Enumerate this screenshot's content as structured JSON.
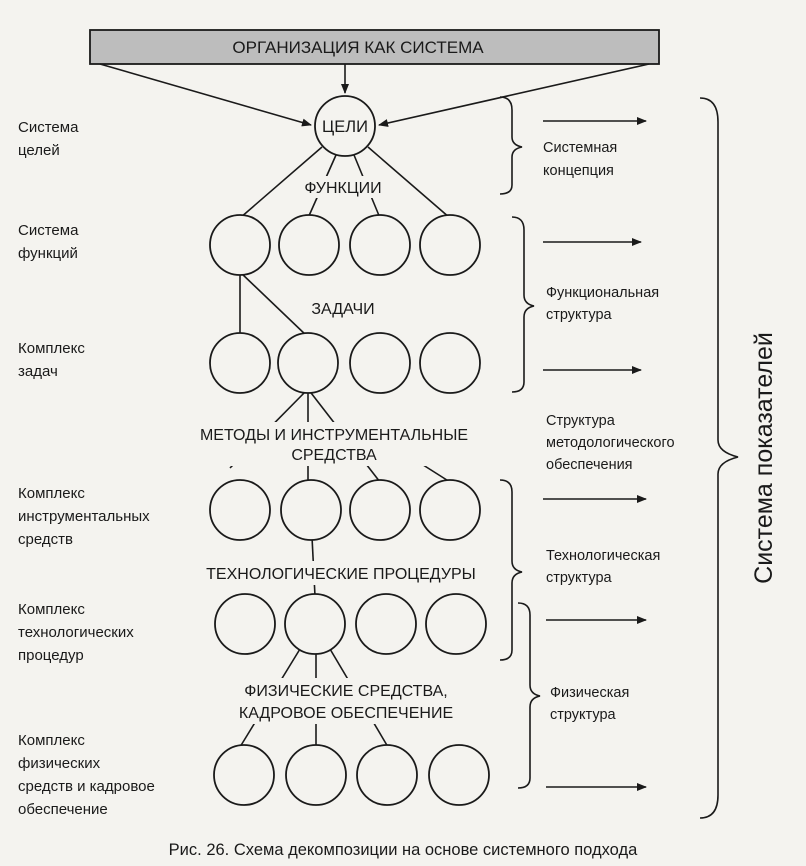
{
  "top_box": {
    "label": "ОРГАНИЗАЦИЯ КАК СИСТЕМА",
    "fill": "#bdbdbd"
  },
  "goal_node": {
    "label": "ЦЕЛИ"
  },
  "connector_labels": {
    "functions": "ФУНКЦИИ",
    "tasks": "ЗАДАЧИ",
    "methods": [
      "МЕТОДЫ И ИНСТРУМЕНТАЛЬНЫЕ",
      "СРЕДСТВА"
    ],
    "procedures": "ТЕХНОЛОГИЧЕСКИЕ ПРОЦЕДУРЫ",
    "physical": [
      "ФИЗИЧЕСКИЕ СРЕДСТВА,",
      "КАДРОВОЕ ОБЕСПЕЧЕНИЕ"
    ]
  },
  "levels": [
    {
      "id": "goals",
      "label": [
        "Система",
        "целей"
      ]
    },
    {
      "id": "functions",
      "label": [
        "Система",
        "функций"
      ]
    },
    {
      "id": "tasks",
      "label": [
        "Комплекс",
        "задач"
      ]
    },
    {
      "id": "tools",
      "label": [
        "Комплекс",
        "инструментальных",
        "средств"
      ]
    },
    {
      "id": "procedures",
      "label": [
        "Комплекс",
        "технологических",
        "процедур"
      ]
    },
    {
      "id": "physical",
      "label": [
        "Комплекс",
        "физических",
        "средств и кадровое",
        "обеспечение"
      ]
    }
  ],
  "structures": [
    {
      "id": "concept",
      "label": [
        "Системная",
        "концепция"
      ]
    },
    {
      "id": "functional",
      "label": [
        "Функциональная",
        "структура"
      ]
    },
    {
      "id": "methodological",
      "label": [
        "Структура",
        "методологического",
        "обеспечения"
      ]
    },
    {
      "id": "technological",
      "label": [
        "Технологическая",
        "структура"
      ]
    },
    {
      "id": "physical",
      "label": [
        "Физическая",
        "структура"
      ]
    }
  ],
  "indicators_label": "Система показателей",
  "caption": "Рис. 26. Схема декомпозиции на основе системного подхода"
}
